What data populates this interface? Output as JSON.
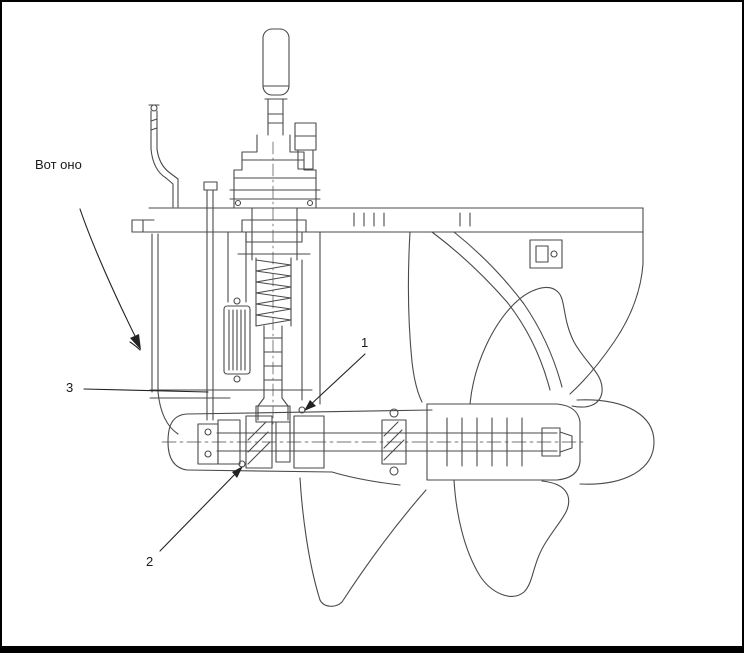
{
  "figure": {
    "note_label": "Вот оно",
    "callout_1": "1",
    "callout_2": "2",
    "callout_3": "3",
    "line_color": "#4a4a4a",
    "description": "outboard-motor-lower-unit-cross-section"
  }
}
